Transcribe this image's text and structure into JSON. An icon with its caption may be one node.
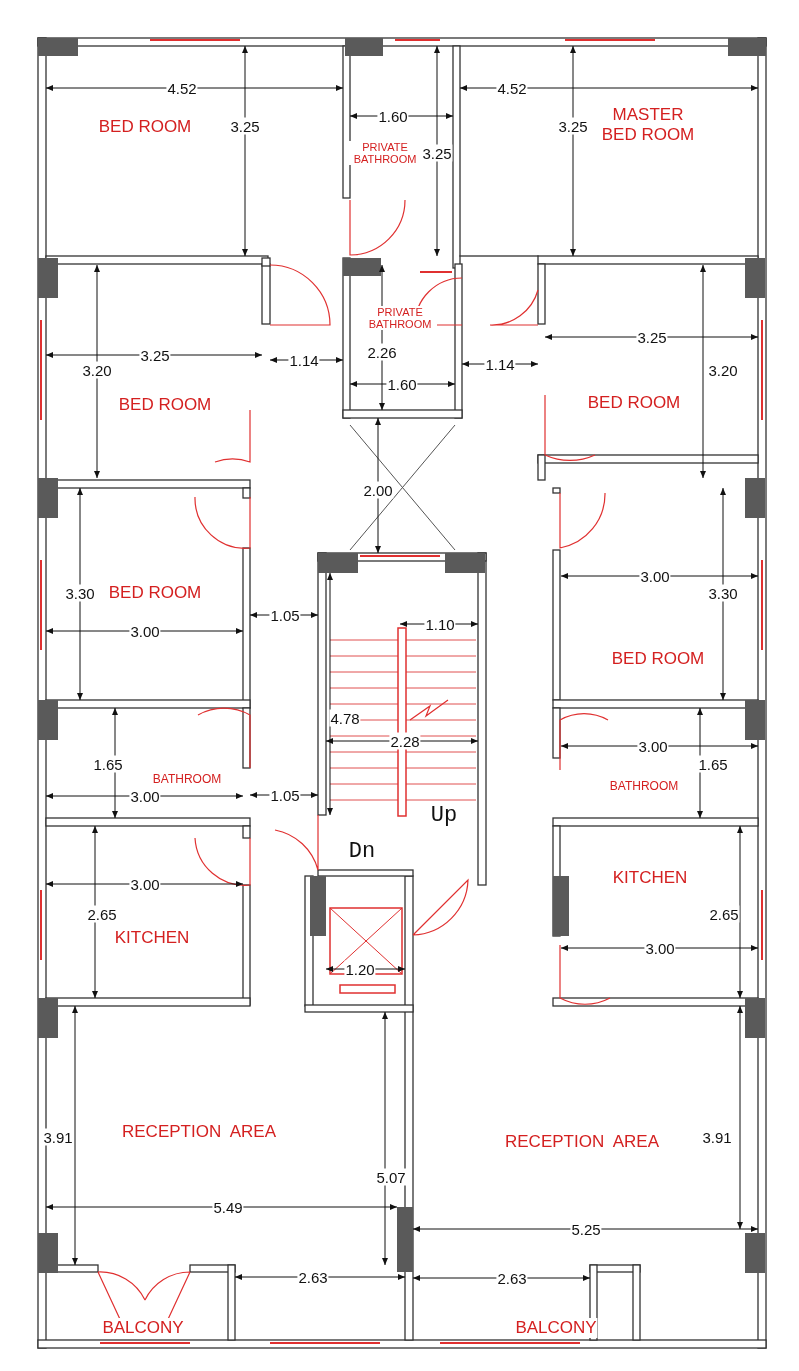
{
  "diagram": {
    "labels": [
      "4.52",
      "BED ROOM",
      "3.25",
      "1.60",
      "PRIVATE BATHROOM",
      "3.25",
      "4.52",
      "MASTER BED ROOM",
      "3.25",
      "PRIVATE BATHROOM",
      "3.20",
      "3.25",
      "1.14",
      "2.26",
      "1.14",
      "3.25",
      "3.20",
      "1.60",
      "BED ROOM",
      "BED ROOM",
      "2.00",
      "3.30",
      "BED ROOM",
      "3.00",
      "3.30",
      "1.05",
      "1.10",
      "3.00",
      "BED ROOM",
      "4.78",
      "2.28",
      "3.00",
      "1.65",
      "1.65",
      "BATHROOM",
      "BATHROOM",
      "3.00",
      "1.05",
      "Up",
      "Dn",
      "3.00",
      "KITCHEN",
      "2.65",
      "2.65",
      "KITCHEN",
      "3.00",
      "1.20",
      "RECEPTION  AREA",
      "3.91",
      "RECEPTION  AREA",
      "3.91",
      "5.07",
      "5.49",
      "5.25",
      "2.63",
      "2.63",
      "BALCONY",
      "BALCONY"
    ]
  }
}
